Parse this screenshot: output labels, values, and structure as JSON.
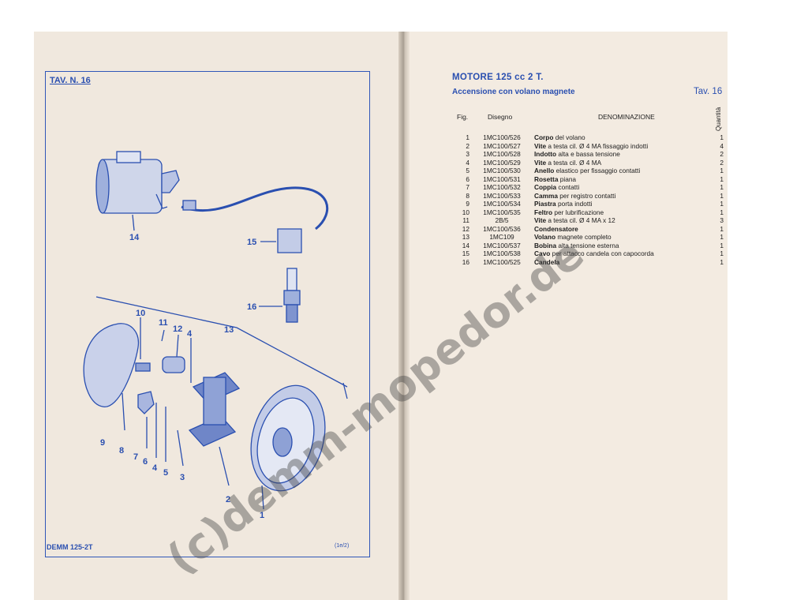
{
  "left_page": {
    "plate_label": "TAV. N. 16",
    "code": "DEMM 125-2T",
    "signature": "(1e/2)",
    "callouts": [
      "1",
      "2",
      "3",
      "4",
      "5",
      "6",
      "7",
      "8",
      "9",
      "10",
      "11",
      "12",
      "13",
      "14",
      "15",
      "16"
    ]
  },
  "right_page": {
    "title": "MOTORE 125 cc 2 T.",
    "subtitle": "Accensione con volano magnete",
    "tav": "Tav. 16",
    "headers": {
      "fig": "Fig.",
      "disegno": "Disegno",
      "denominazione": "DENOMINAZIONE",
      "quantita": "Quantità"
    },
    "rows": [
      {
        "fig": "1",
        "disegno": "1MC100/526",
        "bold": "Corpo",
        "text": " del volano",
        "qty": "1"
      },
      {
        "fig": "2",
        "disegno": "1MC100/527",
        "bold": "Vite",
        "text": " a testa cil. Ø 4 MA fissaggio indotti",
        "qty": "4"
      },
      {
        "fig": "3",
        "disegno": "1MC100/528",
        "bold": "Indotto",
        "text": " alta e bassa tensione",
        "qty": "2"
      },
      {
        "fig": "4",
        "disegno": "1MC100/529",
        "bold": "Vite",
        "text": " a testa cil. Ø 4 MA",
        "qty": "2"
      },
      {
        "fig": "5",
        "disegno": "1MC100/530",
        "bold": "Anello",
        "text": " elastico per fissaggio contatti",
        "qty": "1"
      },
      {
        "fig": "6",
        "disegno": "1MC100/531",
        "bold": "Rosetta",
        "text": " piana",
        "qty": "1"
      },
      {
        "fig": "7",
        "disegno": "1MC100/532",
        "bold": "Coppia",
        "text": " contatti",
        "qty": "1"
      },
      {
        "fig": "8",
        "disegno": "1MC100/533",
        "bold": "Camma",
        "text": " per registro contatti",
        "qty": "1"
      },
      {
        "fig": "9",
        "disegno": "1MC100/534",
        "bold": "Piastra",
        "text": " porta indotti",
        "qty": "1"
      },
      {
        "fig": "10",
        "disegno": "1MC100/535",
        "bold": "Feltro",
        "text": " per lubrificazione",
        "qty": "1"
      },
      {
        "fig": "11",
        "disegno": "2B/5",
        "bold": "Vite",
        "text": " a testa cil. Ø 4 MA x 12",
        "qty": "3"
      },
      {
        "fig": "12",
        "disegno": "1MC100/536",
        "bold": "Condensatore",
        "text": "",
        "qty": "1"
      },
      {
        "fig": "13",
        "disegno": "1MC109",
        "bold": "Volano",
        "text": " magnete completo",
        "qty": "1"
      },
      {
        "fig": "14",
        "disegno": "1MC100/537",
        "bold": "Bobina",
        "text": " alta tensione esterna",
        "qty": "1"
      },
      {
        "fig": "15",
        "disegno": "1MC100/538",
        "bold": "Cavo",
        "text": " per attacco candela con capocorda",
        "qty": "1"
      },
      {
        "fig": "16",
        "disegno": "1MC100/525",
        "bold": "Candela",
        "text": "",
        "qty": "1"
      }
    ]
  },
  "watermark": "(c)demm-mopedor.de",
  "colors": {
    "ink_blue": "#2a4fb0",
    "paper": "#f0e8de"
  }
}
